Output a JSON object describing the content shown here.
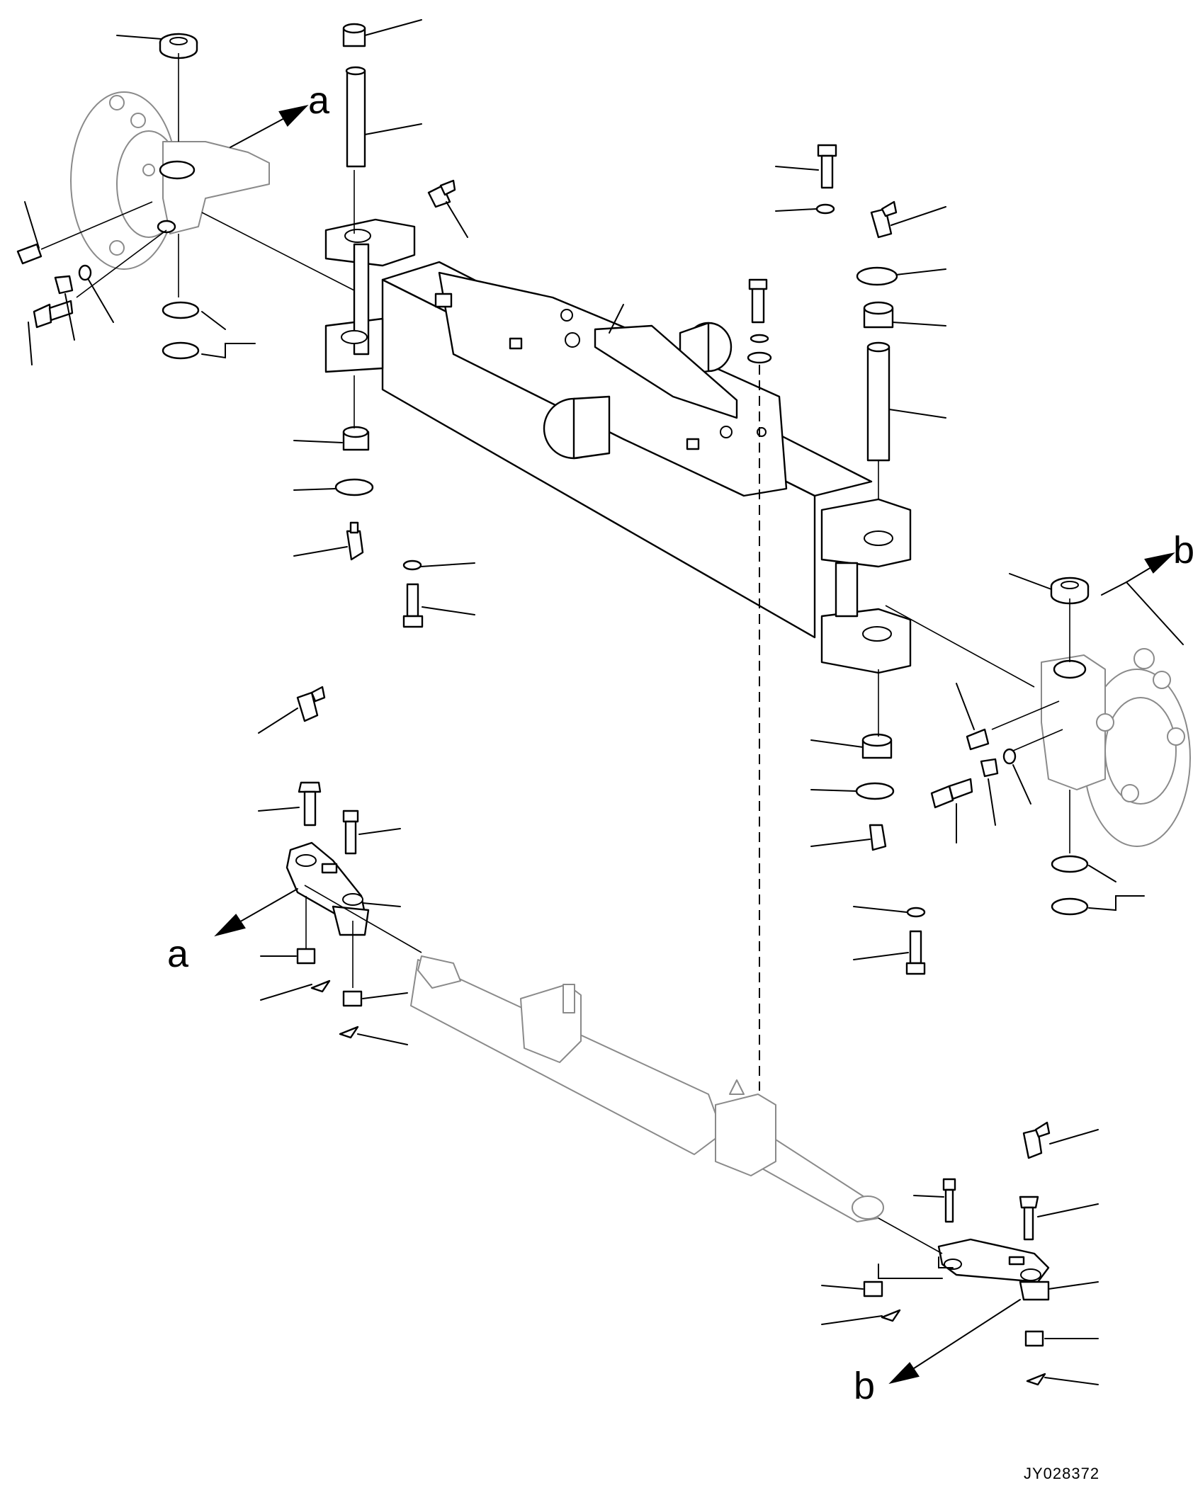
{
  "drawing_id": "JY028372",
  "reference_labels": {
    "a_upper": "a",
    "a_lower": "a",
    "b_upper": "b",
    "b_lower": "b"
  },
  "colors": {
    "line": "#000000",
    "ghost_line": "#8a8a8a",
    "background": "#ffffff"
  }
}
